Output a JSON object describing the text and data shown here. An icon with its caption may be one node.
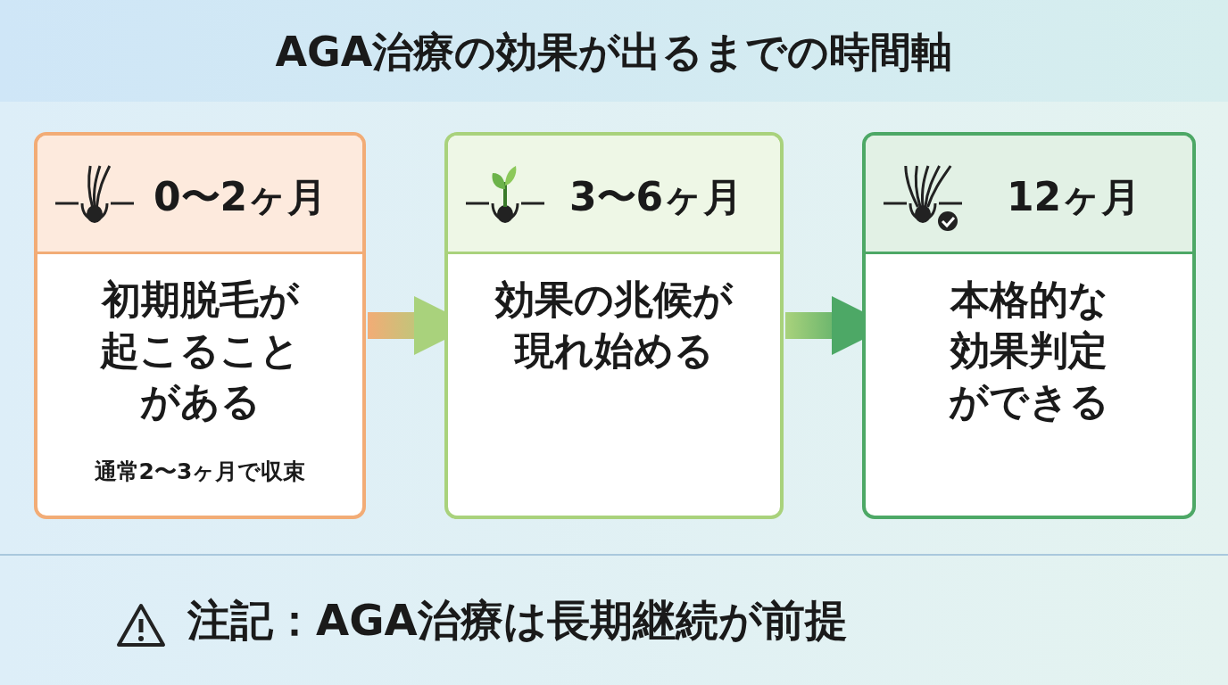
{
  "diagram": {
    "title": "AGA治療の効果が出るまでの時間軸",
    "nodes": [
      {
        "text": [
          "0〜2ヶ月",
          "初期脱毛が起こることがある",
          "通常2〜3ヶ月で収束"
        ]
      },
      {
        "text": [
          "3〜6ヶ月",
          "効果の兆候が現れ始める"
        ]
      },
      {
        "text": [
          "12ヶ月",
          "本格的な効果判定ができる"
        ]
      }
    ],
    "edges": [
      {
        "from": 0,
        "to": 1,
        "arrow": "to",
        "style": "thick"
      },
      {
        "from": 1,
        "to": 2,
        "arrow": "to",
        "style": "thick"
      }
    ],
    "labels": [
      "注記：AGA治療は長期継続が前提"
    ]
  }
}
